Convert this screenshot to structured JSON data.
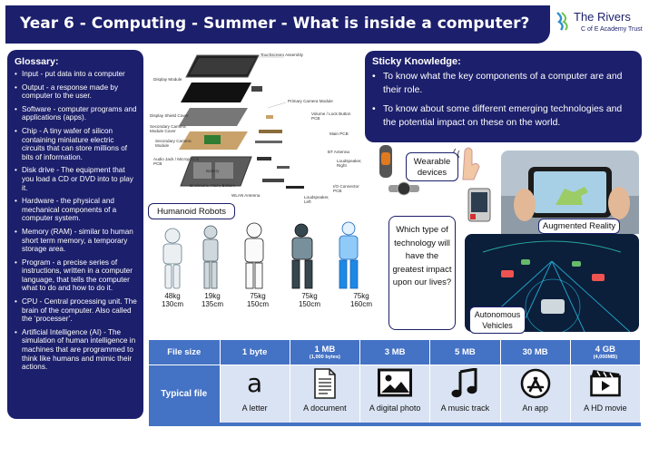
{
  "header": {
    "title": "Year 6 - Computing - Summer - What is inside a computer?"
  },
  "logo": {
    "name": "The Rivers",
    "subtitle": "C of E Academy Trust"
  },
  "glossary": {
    "title": "Glossary:",
    "items": [
      "Input - put data into a computer",
      "Output - a response made by computer to the user.",
      "Software - computer programs and applications (apps).",
      "Chip - A tiny wafer of silicon containing miniature electric circuits that can store millions of bits of information.",
      "Disk drive - The equipment that you load a CD or DVD into to play it.",
      "Hardware - the physical and mechanical components of a computer system.",
      "Memory (RAM) - similar to human short term memory, a temporary storage area.",
      "Program - a precise series of instructions, written in a computer language, that tells the computer what to do and how to do it.",
      "CPU - Central processing unit. The brain of the computer. Also called the ‘processer’.",
      "Artificial Intelligence (AI) - The simulation of human intelligence in machines that are programmed to think like humans and mimic their actions."
    ]
  },
  "sticky": {
    "title": "Sticky Knowledge:",
    "items": [
      "To know what the key components of a computer are and their role.",
      "To know about some different emerging technologies and the potential impact on these on the world."
    ]
  },
  "diagram_labels": {
    "touchscreen": "Touchscreen Assembly",
    "display_module": "Display Module",
    "primary_camera": "Primary Camera Module",
    "display_shield": "Display Shield Cover",
    "volume_pcb": "Volume / Lock Button PCB",
    "secondary_camera_cover": "Secondary Camera Module Cover",
    "main_pcb": "Main PCB",
    "secondary_camera": "Secondary Camera Module",
    "bt_antenna": "BT Antenna",
    "audio_jack": "Audio Jack / Microphone PCB",
    "loudspeaker_right": "Loudspeaker, Right",
    "battery": "Battery",
    "enclosure": "Enclosure, Main, Bottom",
    "io_connector": "I/O Connector PCB",
    "wlan": "WLAN Antenna",
    "loudspeaker_left": "Loudspeaker, Left"
  },
  "callouts": {
    "robots": "Humanoid Robots",
    "wearable": "Wearable devices",
    "question": "Which type of technology will have the greatest impact upon our lives?",
    "ar": "Augmented Reality",
    "av": "Autonomous Vehicles"
  },
  "robots": [
    {
      "weight": "48kg",
      "height": "130cm"
    },
    {
      "weight": "19kg",
      "height": "135cm"
    },
    {
      "weight": "75kg",
      "height": "150cm"
    },
    {
      "weight": "75kg",
      "height": "150cm"
    },
    {
      "weight": "75kg",
      "height": "160cm"
    }
  ],
  "sizes_table": {
    "row1_head": "File size",
    "row2_head": "Typical file",
    "columns": [
      {
        "size": "1 byte",
        "sub": "",
        "file": "A letter",
        "glyph": "a",
        "icon": "letter-icon"
      },
      {
        "size": "1 MB",
        "sub": "(1,000 bytes)",
        "file": "A document",
        "icon": "document-icon"
      },
      {
        "size": "3 MB",
        "sub": "",
        "file": "A digital photo",
        "icon": "photo-icon"
      },
      {
        "size": "5 MB",
        "sub": "",
        "file": "A music track",
        "icon": "music-note-icon"
      },
      {
        "size": "30 MB",
        "sub": "",
        "file": "An app",
        "icon": "app-store-icon"
      },
      {
        "size": "4 GB",
        "sub": "(4,000MB)",
        "file": "A HD movie",
        "icon": "movie-icon"
      }
    ]
  },
  "colors": {
    "navy": "#1c1f6b",
    "table_blue": "#4472c4",
    "table_light": "#dae3f3"
  }
}
